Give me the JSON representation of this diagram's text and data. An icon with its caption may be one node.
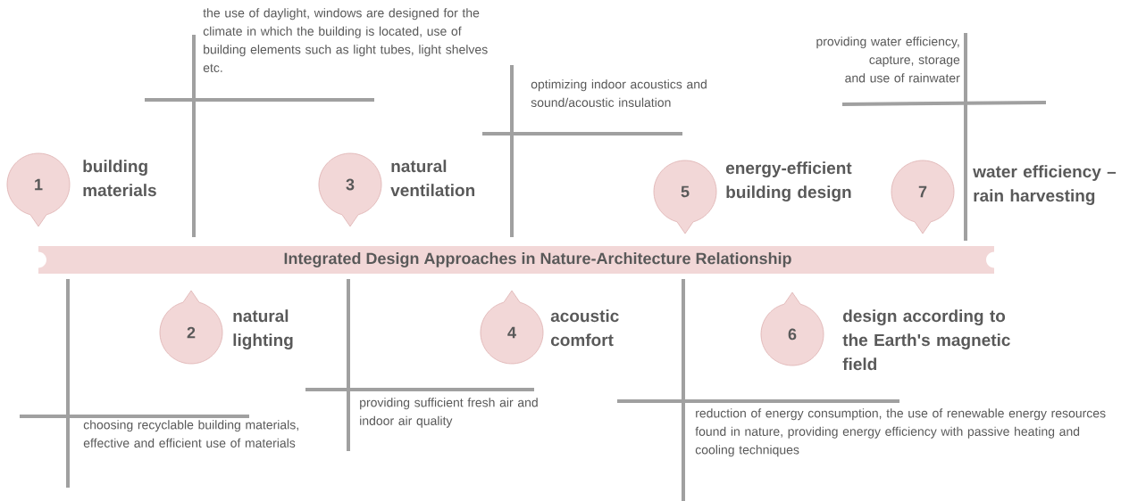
{
  "diagram": {
    "nodes": [
      {
        "text": [
          "Integrated Design Approaches in Nature-Architecture Relationship"
        ]
      },
      {
        "text": [
          "1"
        ],
        "beside": [
          "building materials"
        ]
      },
      {
        "text": [
          "2"
        ],
        "beside": [
          "natural lighting"
        ]
      },
      {
        "text": [
          "3"
        ],
        "beside": [
          "natural ventilation"
        ]
      },
      {
        "text": [
          "4"
        ],
        "beside": [
          "acoustic comfort"
        ]
      },
      {
        "text": [
          "5"
        ],
        "beside": [
          "energy-efficient building design"
        ]
      },
      {
        "text": [
          "6"
        ],
        "beside": [
          "design according to the Earth's magnetic field"
        ]
      },
      {
        "text": [
          "7"
        ],
        "beside": [
          "water efficiency – rain harvesting"
        ]
      }
    ],
    "labels": [
      "the use of daylight, windows are designed for the climate in which the building is located, use of building elements such as light tubes, light shelves etc.",
      "optimizing indoor acoustics and sound/acoustic insulation",
      "providing water efficiency, capture, storage and use of rainwater",
      "choosing recyclable building materials, effective and efficient use of materials",
      "providing sufficient fresh air and indoor air quality",
      "reduction of energy consumption, the use of renewable energy resources found in nature, providing energy efficiency with passive heating and cooling techniques"
    ]
  }
}
